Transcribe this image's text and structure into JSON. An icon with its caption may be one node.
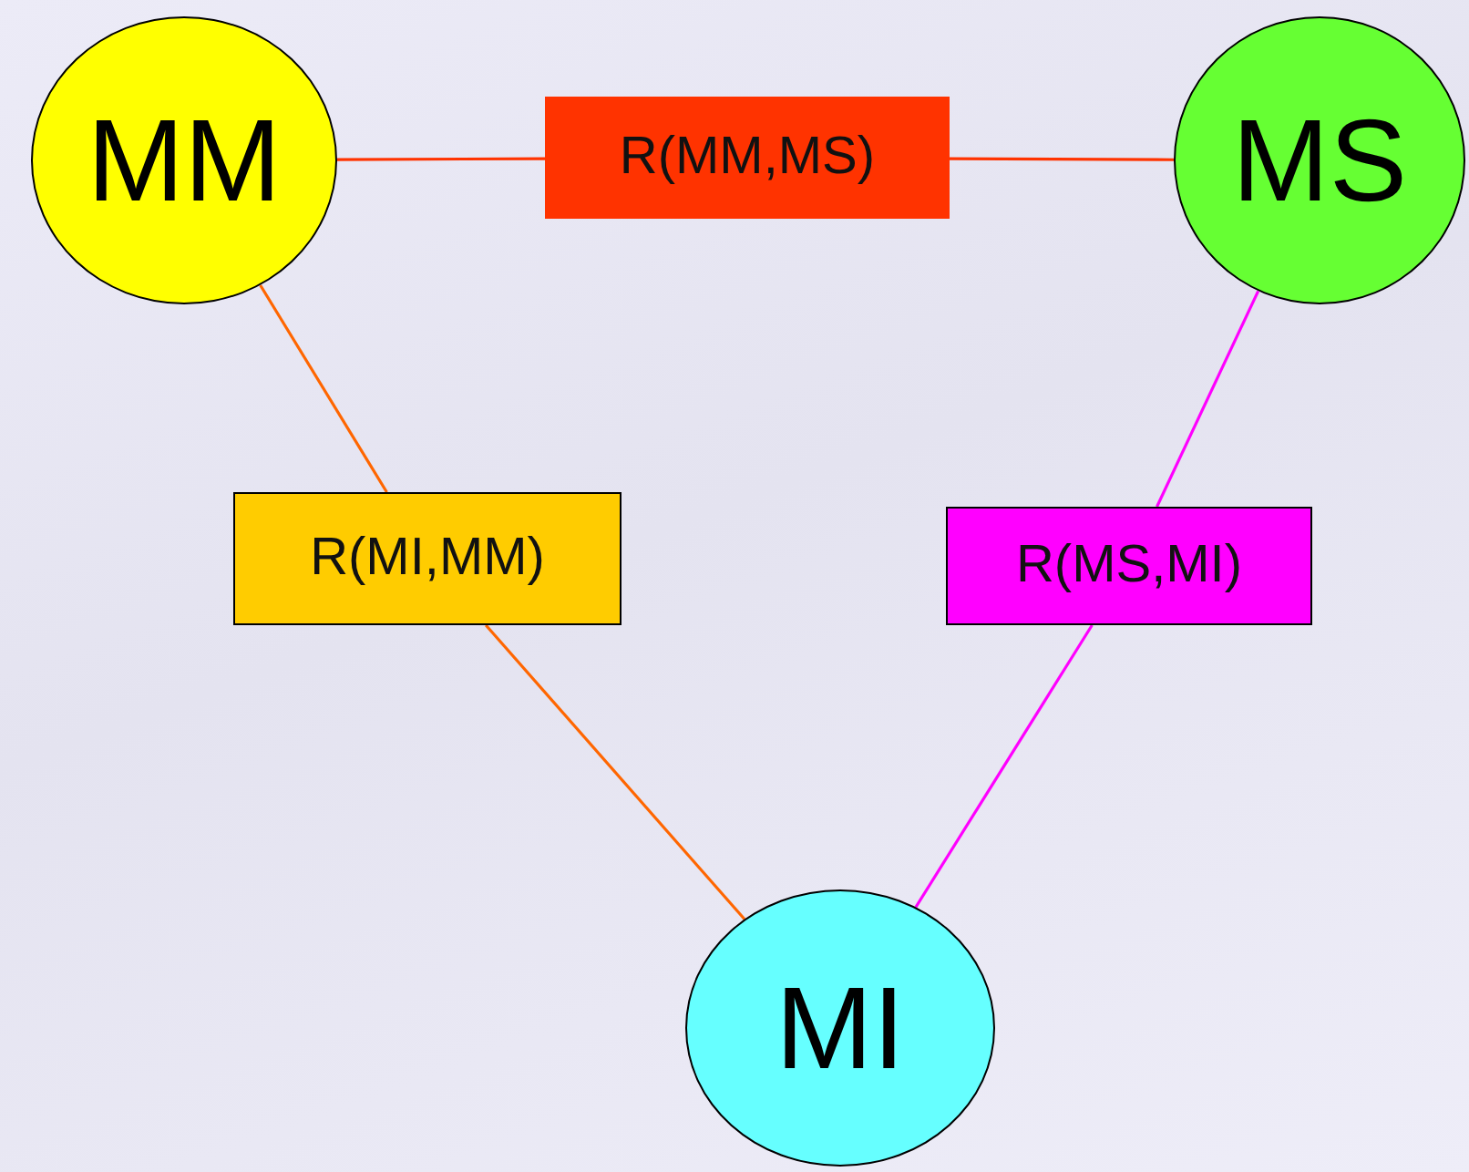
{
  "diagram": {
    "nodes": [
      {
        "text": [
          "MM"
        ]
      },
      {
        "text": [
          "R(MM,MS)"
        ]
      },
      {
        "text": [
          "MS"
        ]
      },
      {
        "text": [
          "R(MI,MM)"
        ]
      },
      {
        "text": [
          "R(MS,MI)"
        ]
      },
      {
        "text": [
          "MI"
        ]
      }
    ],
    "edges": [
      {
        "from": 0,
        "to": 1,
        "arrow": "none",
        "color": "#ff3300"
      },
      {
        "from": 1,
        "to": 2,
        "arrow": "none",
        "color": "#ff3300"
      },
      {
        "from": 0,
        "to": 3,
        "arrow": "none",
        "color": "#ff6600"
      },
      {
        "from": 3,
        "to": 5,
        "arrow": "none",
        "color": "#ff6600"
      },
      {
        "from": 2,
        "to": 4,
        "arrow": "none",
        "color": "#ff00ff"
      },
      {
        "from": 4,
        "to": 5,
        "arrow": "none",
        "color": "#ff00ff"
      }
    ]
  }
}
